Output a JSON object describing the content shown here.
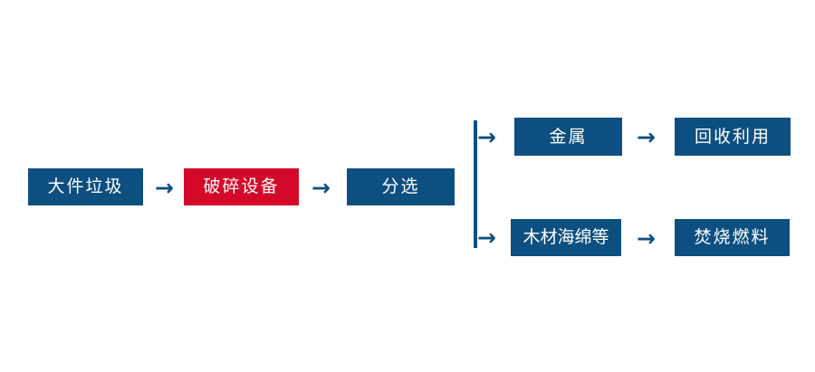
{
  "diagram": {
    "title": "bulky-waste-processing-flow",
    "background_color": "#ffffff",
    "colors": {
      "primary_blue": "#0d4f80",
      "highlight_red": "#d4092a",
      "text_on_box": "#ffffff",
      "connector": "#0d4f80"
    },
    "main_flow": [
      {
        "id": "bulky-waste",
        "label": "大件垃圾",
        "color": "#0d4f80"
      },
      {
        "id": "crushing-equipment",
        "label": "破碎设备",
        "color": "#d4092a"
      },
      {
        "id": "sorting",
        "label": "分选",
        "color": "#0d4f80"
      }
    ],
    "branches": [
      {
        "id": "metal-branch",
        "material": {
          "id": "metal",
          "label": "金属",
          "color": "#0d4f80"
        },
        "outcome": {
          "id": "recycling-reuse",
          "label": "回收利用",
          "color": "#0d4f80"
        }
      },
      {
        "id": "combustible-branch",
        "material": {
          "id": "wood-sponge-etc",
          "label": "木材海绵等",
          "color": "#0d4f80"
        },
        "outcome": {
          "id": "incineration-fuel",
          "label": "焚烧燃料",
          "color": "#0d4f80"
        }
      }
    ],
    "connectors": {
      "arrow_glyph": "→",
      "main_arrow_1": "→",
      "main_arrow_2": "→",
      "branch_arrow_top": "→",
      "branch_arrow_bottom": "→",
      "top_material_arrow": "→",
      "bottom_material_arrow": "→"
    }
  }
}
